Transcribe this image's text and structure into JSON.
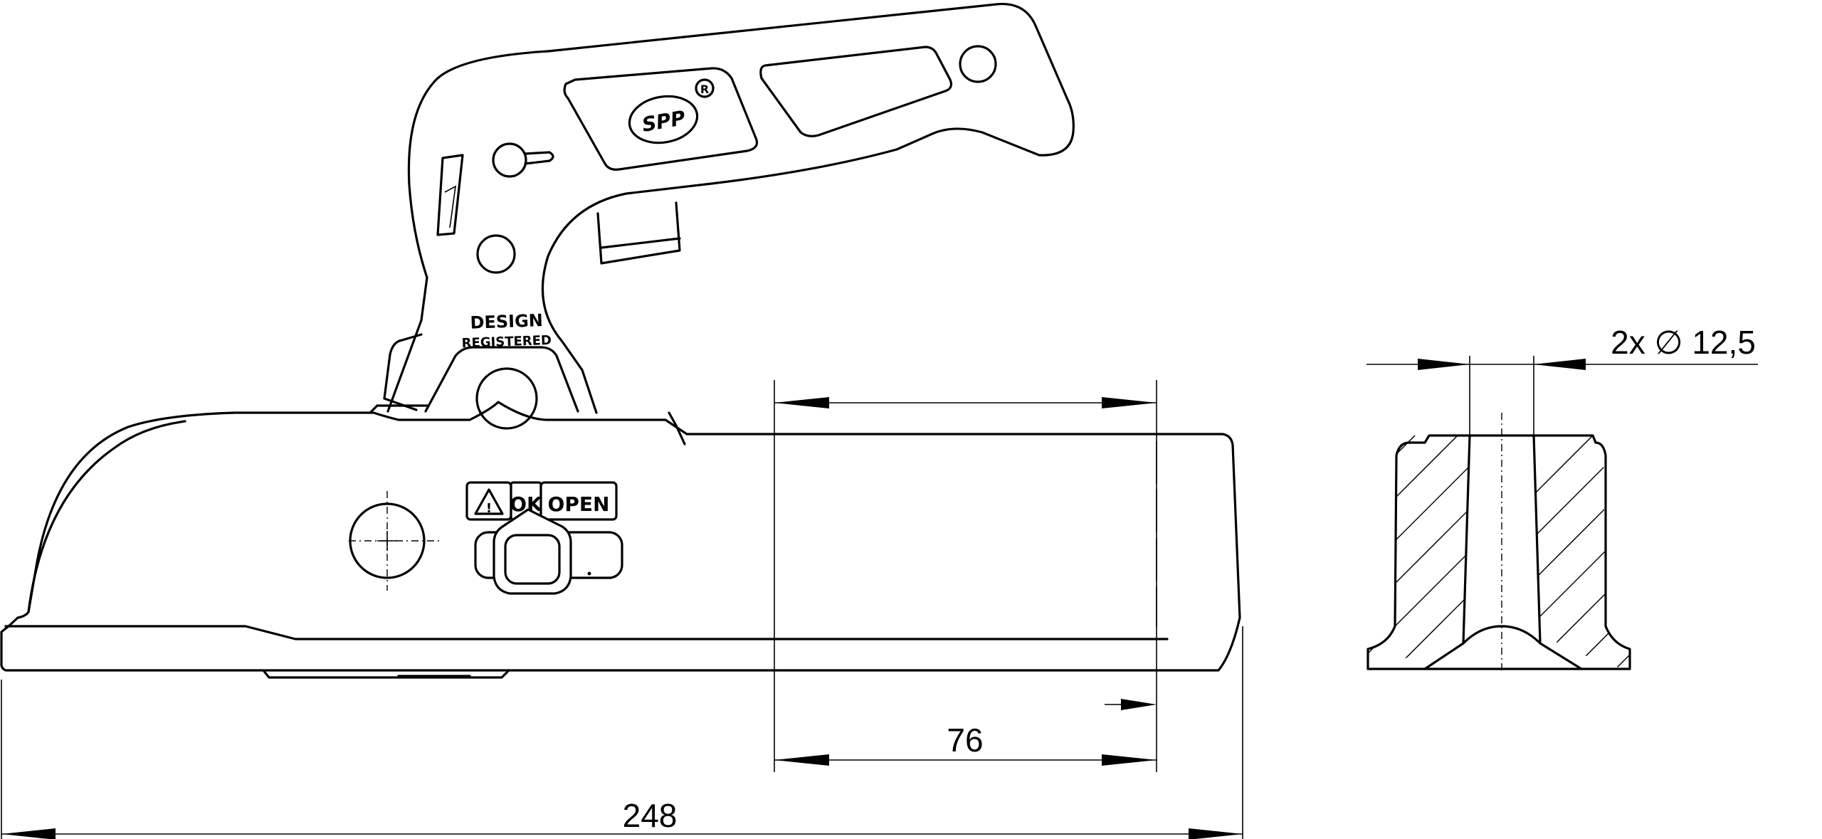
{
  "drawing": {
    "logo_text": "SPP",
    "registered_mark": "R",
    "design_line1": "DESIGN",
    "design_line2": "REGISTERED",
    "warning_label": "!",
    "ok_label": "OK",
    "open_label": "OPEN"
  },
  "dimensions": {
    "overall_length": "248",
    "shank_length": "76",
    "holes": "2x ∅ 12,5"
  }
}
